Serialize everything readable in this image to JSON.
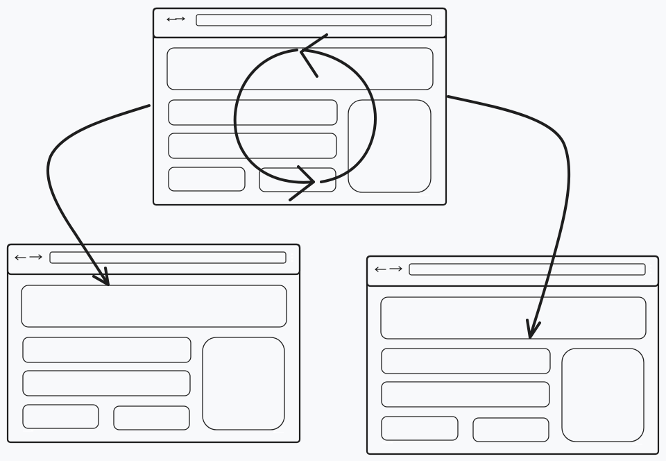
{
  "colors": {
    "background": "#f8f9fb",
    "ink": "#1e1e1e",
    "source_browser_fill": "#e9ecef",
    "left_browser_fill": "#fcc2d7",
    "right_browser_fill": "#a5d8ff"
  },
  "browsers": [
    {
      "id": "source",
      "label": "",
      "fill": "#e9ecef"
    },
    {
      "id": "left",
      "label": "",
      "fill": "#fcc2d7"
    },
    {
      "id": "right",
      "label": "",
      "fill": "#a5d8ff"
    }
  ],
  "icons": [
    "back-forward-arrows-icon",
    "kebab-menu-icon",
    "sync-cycle-icon"
  ],
  "connectors": [
    {
      "from": "source",
      "to": "left"
    },
    {
      "from": "source",
      "to": "right"
    }
  ]
}
